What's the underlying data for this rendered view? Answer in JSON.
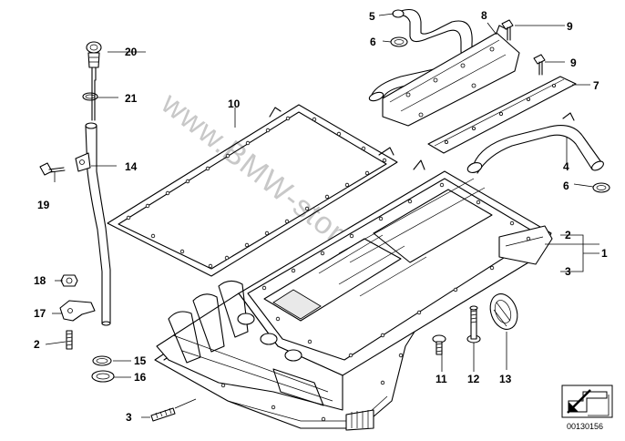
{
  "watermark": "www.BMW-store.pl",
  "diagram_id": "00130156",
  "callouts": {
    "c1": "1",
    "c2a": "2",
    "c2b": "2",
    "c3a": "3",
    "c3b": "3",
    "c4": "4",
    "c5": "5",
    "c6a": "6",
    "c6b": "6",
    "c7": "7",
    "c8": "8",
    "c9a": "9",
    "c9b": "9",
    "c10": "10",
    "c11": "11",
    "c12": "12",
    "c13": "13",
    "c14": "14",
    "c15": "15",
    "c16": "16",
    "c17": "17",
    "c18": "18",
    "c19": "19",
    "c20": "20",
    "c21": "21"
  },
  "icons": {
    "corner": "arrow-box-icon"
  }
}
